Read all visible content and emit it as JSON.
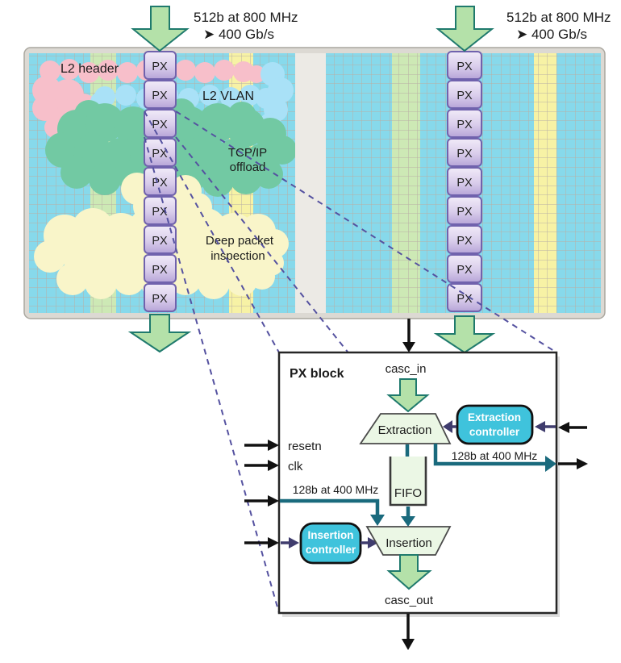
{
  "flows": {
    "left": {
      "line1": "512b at 800 MHz",
      "line2": "➤ 400 Gb/s"
    },
    "right": {
      "line1": "512b at 800 MHz",
      "line2": "➤ 400 Gb/s"
    }
  },
  "chip": {
    "px_label": "PX",
    "left_column_blocks": 9,
    "right_column_blocks": 9,
    "clouds": {
      "l2_header": "L2 header",
      "l2_vlan": "L2 VLAN",
      "tcpip": [
        "TCP/IP",
        "offload"
      ],
      "dpi": [
        "Deep packet",
        "inspection"
      ]
    }
  },
  "pxblock": {
    "title": "PX block",
    "casc_in": "casc_in",
    "casc_out": "casc_out",
    "extraction": "Extraction",
    "extraction_controller": [
      "Extraction",
      "controller"
    ],
    "insertion": "Insertion",
    "insertion_controller": [
      "Insertion",
      "controller"
    ],
    "fifo": "FIFO",
    "resetn": "resetn",
    "clk": "clk",
    "bus_out": "128b at 400 MHz",
    "bus_in": "128b at 400 MHz"
  },
  "colors": {
    "grid_bg": "#87d9eb",
    "grid_line": "#b9b0a5",
    "green_stripe": "#cde9b5",
    "yellow_stripe": "#f7f2a5",
    "cloud_pink": "#f7bfca",
    "cloud_blue": "#a9e1f7",
    "cloud_green": "#72c9a3",
    "cloud_yellow": "#f9f5c9",
    "px_border": "#7062ad",
    "green_arrow": "#b4e1a9",
    "teal_bus": "#1a6a7d",
    "purple_arrow": "#3f3c6d",
    "controller_cyan": "#3fc3dc",
    "dashed_line": "#5552a0"
  }
}
